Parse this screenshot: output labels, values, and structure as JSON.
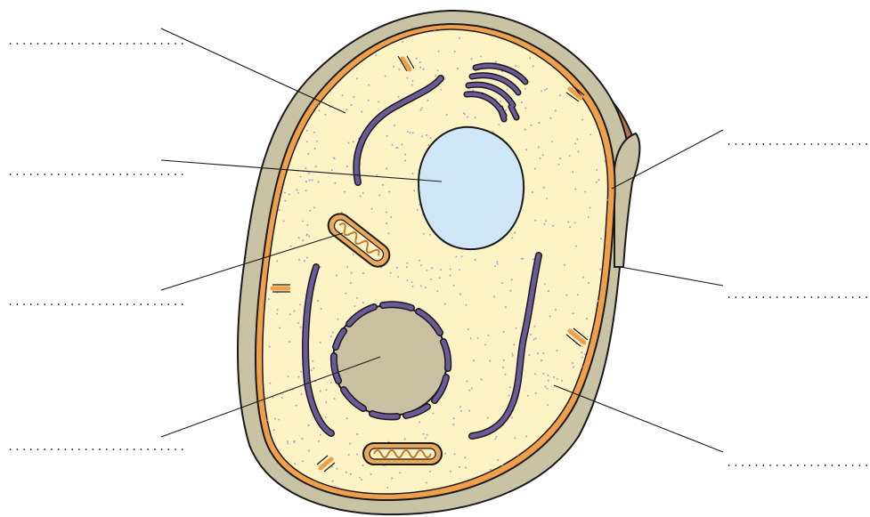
{
  "diagram": {
    "blank_text": "..........................",
    "labels": [
      {
        "id": "left-1",
        "text": "",
        "blank": ".........................."
      },
      {
        "id": "left-2",
        "text": "",
        "blank": ".........................."
      },
      {
        "id": "left-3",
        "text": "",
        "blank": ".........................."
      },
      {
        "id": "left-4",
        "text": "",
        "blank": ".........................."
      },
      {
        "id": "right-1",
        "text": "",
        "blank": ".........................."
      },
      {
        "id": "right-2",
        "text": "",
        "blank": ".........................."
      },
      {
        "id": "right-3",
        "text": "",
        "blank": ".........................."
      }
    ],
    "colors": {
      "cell_wall": "#c9c3a6",
      "membrane": "#f0a04b",
      "cytoplasm": "#fdf3c4",
      "vacuole": "#cfe6f7",
      "nucleus": "#c8c0a0",
      "nuclear_envelope": "#6a5a9a",
      "er": "#6a5a9a",
      "mitochondrion": "#e9a85a",
      "ribosome_dots": "#b89acb",
      "neighbour_wall": "#b8744a",
      "outline": "#1a1a1a"
    },
    "icons": [
      "cell-wall",
      "cell-membrane",
      "cytoplasm",
      "vacuole",
      "nucleus",
      "mitochondrion",
      "golgi-apparatus",
      "endoplasmic-reticulum"
    ]
  }
}
